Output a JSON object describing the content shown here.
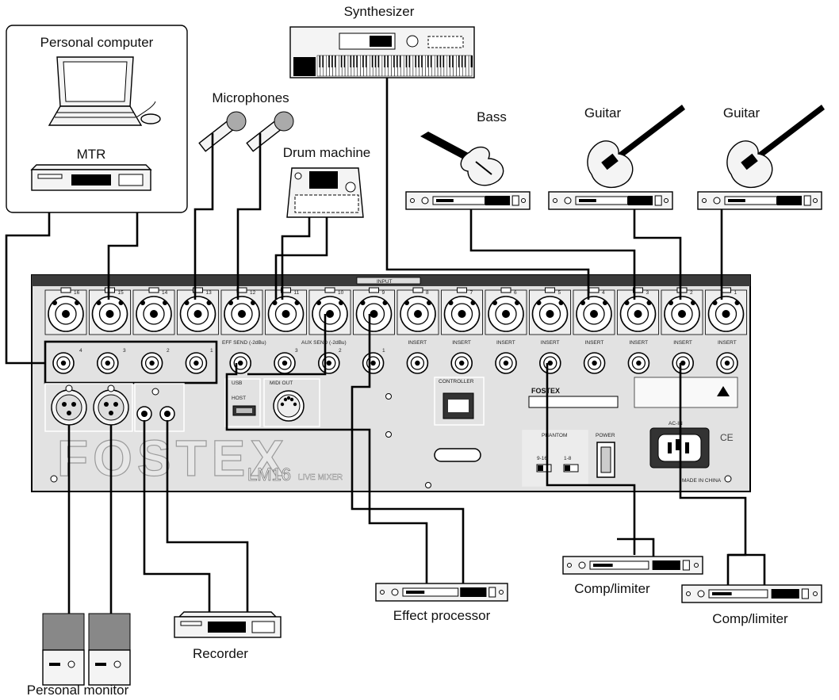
{
  "labels": {
    "synthesizer": "Synthesizer",
    "personal_computer": "Personal computer",
    "mtr": "MTR",
    "microphones": "Microphones",
    "drum_machine": "Drum machine",
    "bass": "Bass",
    "guitar_1": "Guitar",
    "guitar_2": "Guitar",
    "effect_processor": "Effect processor",
    "recorder": "Recorder",
    "personal_monitor": "Personal monitor",
    "comp_limiter_1": "Comp/limiter",
    "comp_limiter_2": "Comp/limiter"
  },
  "mixer": {
    "brand": "FOSTEX",
    "model": "LM16",
    "model_suffix": "LIVE MIXER",
    "input_label": "INPUT",
    "eff_send": "EFF SEND (-2dBu)",
    "aux_send": "AUX SEND (-2dBu)",
    "insert": "INSERT",
    "usb": "USB",
    "host": "HOST",
    "midi_out": "MIDI OUT",
    "controller": "CONTROLLER",
    "phantom": "PHANTOM",
    "power": "POWER",
    "ac_in": "AC-IN",
    "phantom_sw1": "9-16",
    "phantom_sw2": "1-8",
    "made_in": "MADE IN CHINA",
    "channel_numbers": [
      "16",
      "15",
      "14",
      "13",
      "12",
      "11",
      "10",
      "9",
      "8",
      "7",
      "6",
      "5",
      "4",
      "3",
      "2",
      "1"
    ],
    "aux_numbers": [
      "3",
      "2",
      "1"
    ],
    "out_numbers": [
      "4",
      "3",
      "2",
      "1"
    ]
  }
}
